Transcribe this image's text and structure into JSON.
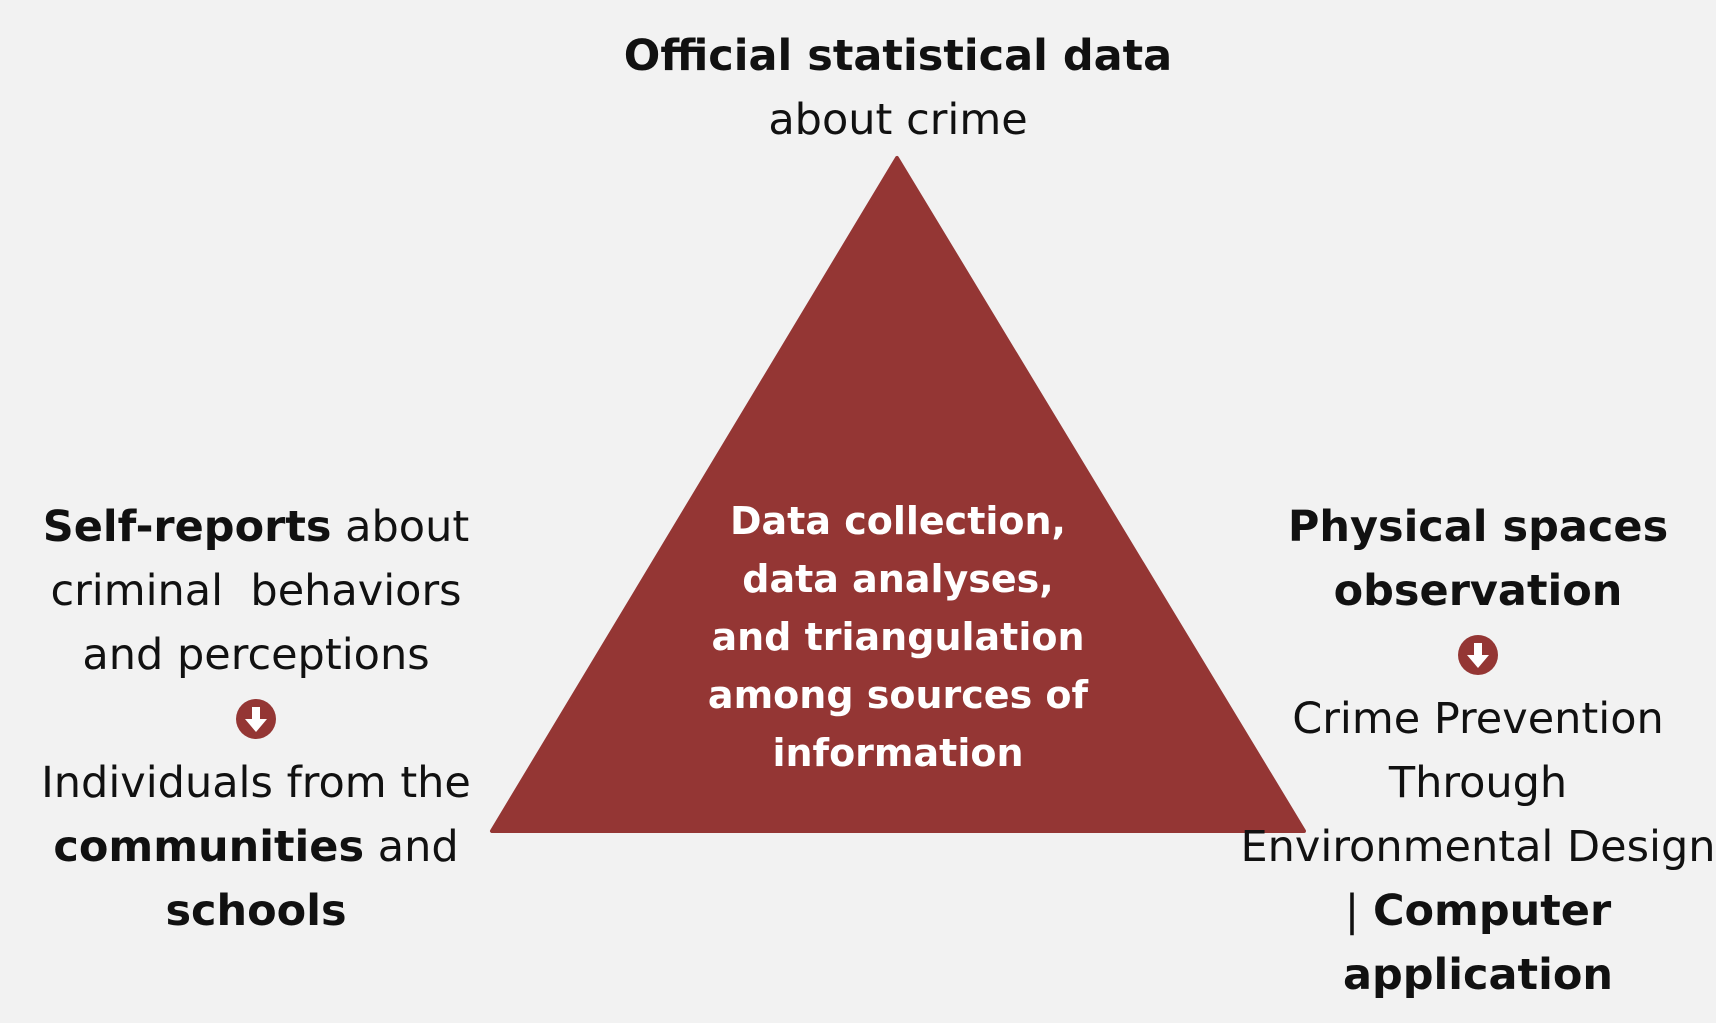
{
  "colors": {
    "background": "#f2f2f2",
    "triangle": "#943634",
    "text": "#111111",
    "center_text": "#ffffff",
    "arrow": "#943634"
  },
  "top": {
    "line1_bold": "Official statistical data",
    "line2": "about crime"
  },
  "center": {
    "lines": [
      "Data collection,",
      "data analyses,",
      "and triangulation",
      "among sources of",
      "information"
    ]
  },
  "left": {
    "line1_bold": "Self-reports",
    "line1_rest": " about",
    "line2": "criminal  behaviors",
    "line3": "and perceptions",
    "arrow_icon": "circle-arrow-down-icon",
    "line4": "Individuals from the",
    "line5_bold": "communities",
    "line5_rest": " and",
    "line6_bold": "schools"
  },
  "right": {
    "line1_bold": "Physical spaces",
    "line2_bold": "observation",
    "arrow_icon": "circle-arrow-down-icon",
    "line3": "Crime Prevention",
    "line4": "Through",
    "line5": "Environmental Design",
    "line6_prefix": "| ",
    "line6_bold": "Computer",
    "line7_bold": "application"
  }
}
